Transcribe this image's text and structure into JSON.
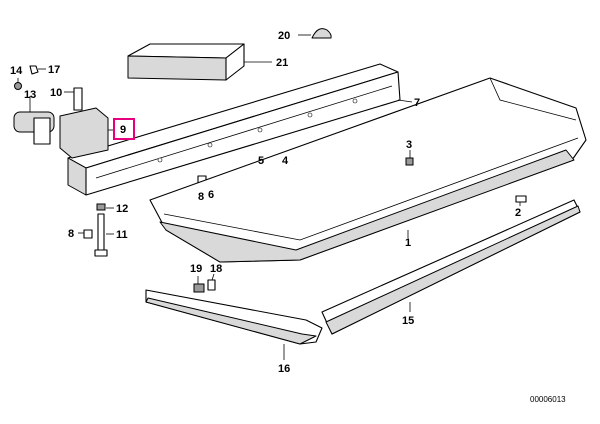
{
  "diagram": {
    "callouts": [
      {
        "id": "c1",
        "label": "1"
      },
      {
        "id": "c2",
        "label": "2"
      },
      {
        "id": "c3",
        "label": "3"
      },
      {
        "id": "c4",
        "label": "4"
      },
      {
        "id": "c5",
        "label": "5"
      },
      {
        "id": "c6",
        "label": "6"
      },
      {
        "id": "c7",
        "label": "7"
      },
      {
        "id": "c8a",
        "label": "8"
      },
      {
        "id": "c8b",
        "label": "8"
      },
      {
        "id": "c9",
        "label": "9"
      },
      {
        "id": "c10",
        "label": "10"
      },
      {
        "id": "c11",
        "label": "11"
      },
      {
        "id": "c12",
        "label": "12"
      },
      {
        "id": "c13",
        "label": "13"
      },
      {
        "id": "c14",
        "label": "14"
      },
      {
        "id": "c15",
        "label": "15"
      },
      {
        "id": "c16",
        "label": "16"
      },
      {
        "id": "c17",
        "label": "17"
      },
      {
        "id": "c18",
        "label": "18"
      },
      {
        "id": "c19",
        "label": "19"
      },
      {
        "id": "c20",
        "label": "20"
      },
      {
        "id": "c21",
        "label": "21"
      }
    ],
    "highlighted_callout": "9",
    "highlight_color": "#e6007e",
    "reference_number": "00006013"
  }
}
